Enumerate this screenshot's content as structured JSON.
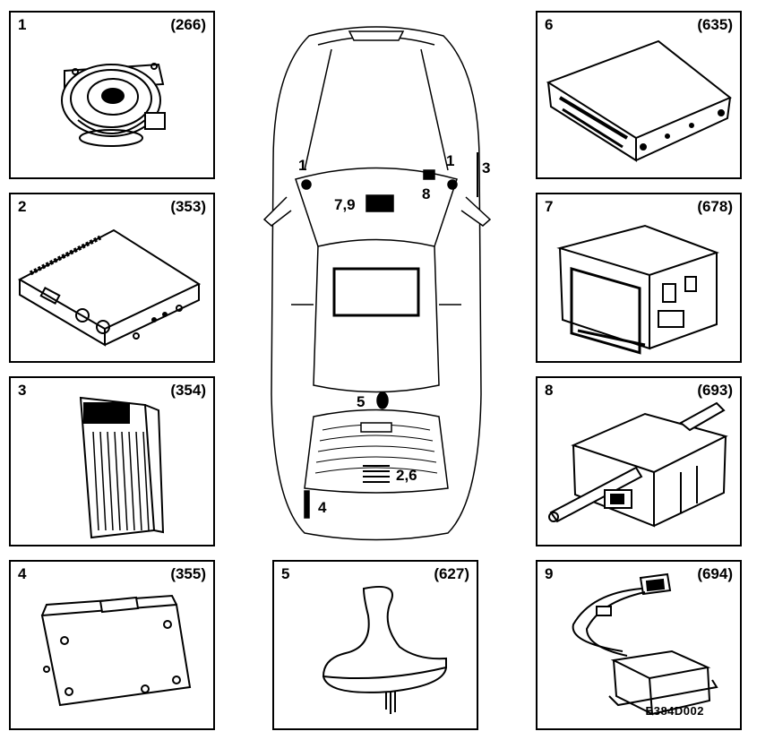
{
  "parts": [
    {
      "num": "1",
      "code": "(266)",
      "icon": "speaker-icon"
    },
    {
      "num": "2",
      "code": "(353)",
      "icon": "control-module-icon"
    },
    {
      "num": "3",
      "code": "(354)",
      "icon": "amplifier-icon"
    },
    {
      "num": "4",
      "code": "(355)",
      "icon": "module-box-icon"
    },
    {
      "num": "5",
      "code": "(627)",
      "icon": "shark-fin-antenna-icon"
    },
    {
      "num": "6",
      "code": "(635)",
      "icon": "cd-changer-icon"
    },
    {
      "num": "7",
      "code": "(678)",
      "icon": "radio-unit-icon"
    },
    {
      "num": "8",
      "code": "(693)",
      "icon": "bracket-module-icon"
    },
    {
      "num": "9",
      "code": "(694)",
      "icon": "harness-box-icon"
    }
  ],
  "car_callouts": {
    "speaker_left": "1",
    "speaker_right": "1",
    "amplifier": "3",
    "display_unit": "7,9",
    "module_8": "8",
    "antenna": "5",
    "trunk_modules": "2,6",
    "side_module": "4"
  },
  "reference_code": "E384D002"
}
